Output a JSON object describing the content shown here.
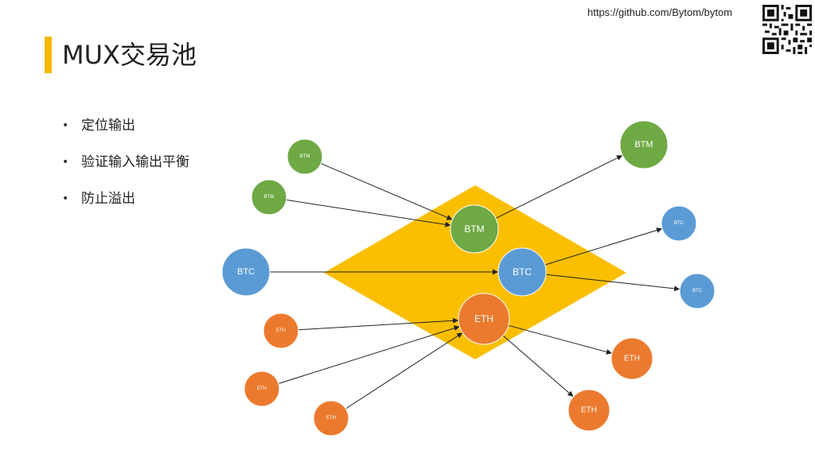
{
  "header": {
    "url": "https://github.com/Bytom/bytom",
    "title": "MUX交易池"
  },
  "bullets": [
    {
      "text": "定位输出"
    },
    {
      "text": "验证输入输出平衡"
    },
    {
      "text": "防止溢出"
    }
  ],
  "colors": {
    "accent": "#f5b800",
    "pool": "#fbbf00",
    "btm": "#6ea944",
    "btc": "#5b9bd5",
    "eth": "#ec7a2e"
  },
  "diagram": {
    "pool": {
      "inputs": [
        {
          "label": "BTM",
          "asset": "btm"
        },
        {
          "label": "BTM",
          "asset": "btm"
        },
        {
          "label": "BTC",
          "asset": "btc"
        },
        {
          "label": "ETH",
          "asset": "eth"
        },
        {
          "label": "ETH",
          "asset": "eth"
        },
        {
          "label": "ETH",
          "asset": "eth"
        }
      ],
      "hubs": [
        {
          "label": "BTM",
          "asset": "btm"
        },
        {
          "label": "BTC",
          "asset": "btc"
        },
        {
          "label": "ETH",
          "asset": "eth"
        }
      ],
      "outputs": [
        {
          "label": "BTM",
          "asset": "btm"
        },
        {
          "label": "BTC",
          "asset": "btc"
        },
        {
          "label": "BTC",
          "asset": "btc"
        },
        {
          "label": "ETH",
          "asset": "eth"
        },
        {
          "label": "ETH",
          "asset": "eth"
        }
      ]
    }
  }
}
